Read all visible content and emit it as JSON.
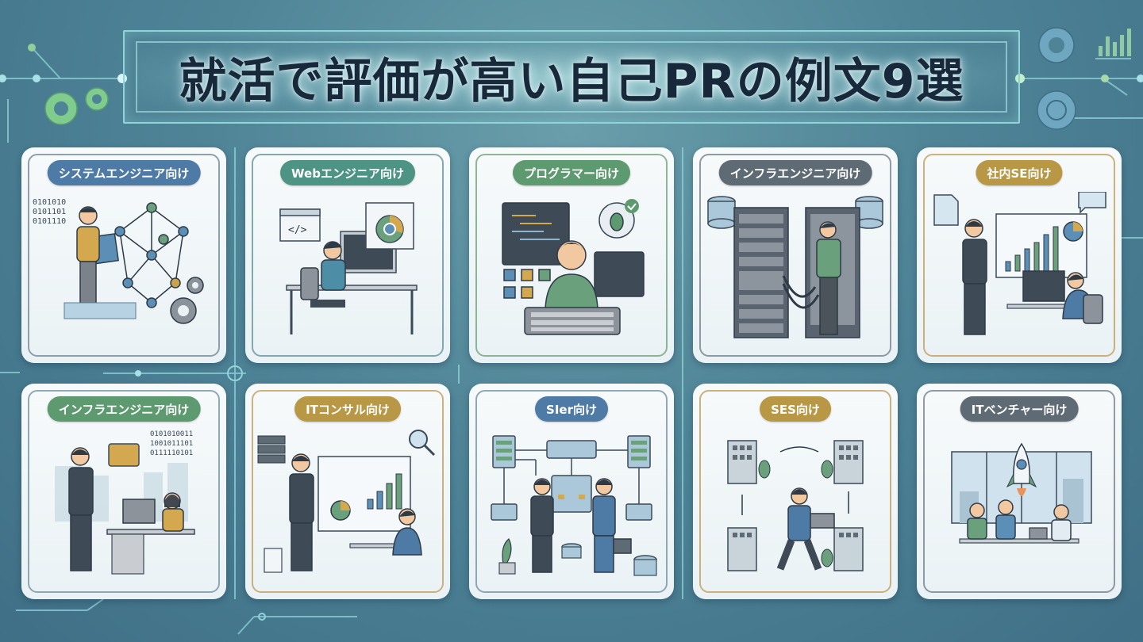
{
  "title": "就活で評価が高い自己PRの例文9選",
  "colors": {
    "background": "#4f8497",
    "title_text": "#17293a",
    "frame_glow": "#8fd4d8",
    "badge_blue": "#4e7aa6",
    "badge_green": "#5e9a70",
    "badge_teal": "#4d9485",
    "badge_gray": "#5f6b74",
    "badge_gold": "#b99845"
  },
  "cards": [
    {
      "label": "システムエンジニア向け",
      "badge_color": "#4e7aa6",
      "frame_color": "#7b8f9c",
      "illustration": "engineer-with-blueprint-network-gears",
      "binary_text": [
        "0101010",
        "0101101",
        "0101110"
      ]
    },
    {
      "label": "Webエンジニア向け",
      "badge_color": "#4d9485",
      "frame_color": "#6f9aa0",
      "illustration": "developer-at-desk-browser-code"
    },
    {
      "label": "プログラマー向け",
      "badge_color": "#5e9a70",
      "frame_color": "#7aa984",
      "illustration": "programmer-keyboard-bug-check"
    },
    {
      "label": "インフラエンジニア向け",
      "badge_color": "#5f6b74",
      "frame_color": "#7d8a92",
      "illustration": "engineer-server-racks-cables"
    },
    {
      "label": "社内SE向け",
      "badge_color": "#b99845",
      "frame_color": "#c3a566",
      "illustration": "presenter-chart-colleague-pc"
    },
    {
      "label": "インフラエンジニア向け",
      "badge_color": "#5e9a70",
      "frame_color": "#7d9aa8",
      "illustration": "manager-and-worker-office",
      "binary_text": [
        "0101010011",
        "1001011101",
        "0111110101"
      ]
    },
    {
      "label": "ITコンサル向け",
      "badge_color": "#b99845",
      "frame_color": "#c3a566",
      "illustration": "consultant-presentation-board"
    },
    {
      "label": "SIer向け",
      "badge_color": "#4e7aa6",
      "frame_color": "#7d9aa8",
      "illustration": "handshake-system-diagram"
    },
    {
      "label": "SES向け",
      "badge_color": "#b99845",
      "frame_color": "#c3a566",
      "illustration": "worker-moving-between-buildings"
    },
    {
      "label": "ITベンチャー向け",
      "badge_color": "#5f6b74",
      "frame_color": "#7d8a92",
      "illustration": "team-rocket-launch-meeting"
    }
  ]
}
